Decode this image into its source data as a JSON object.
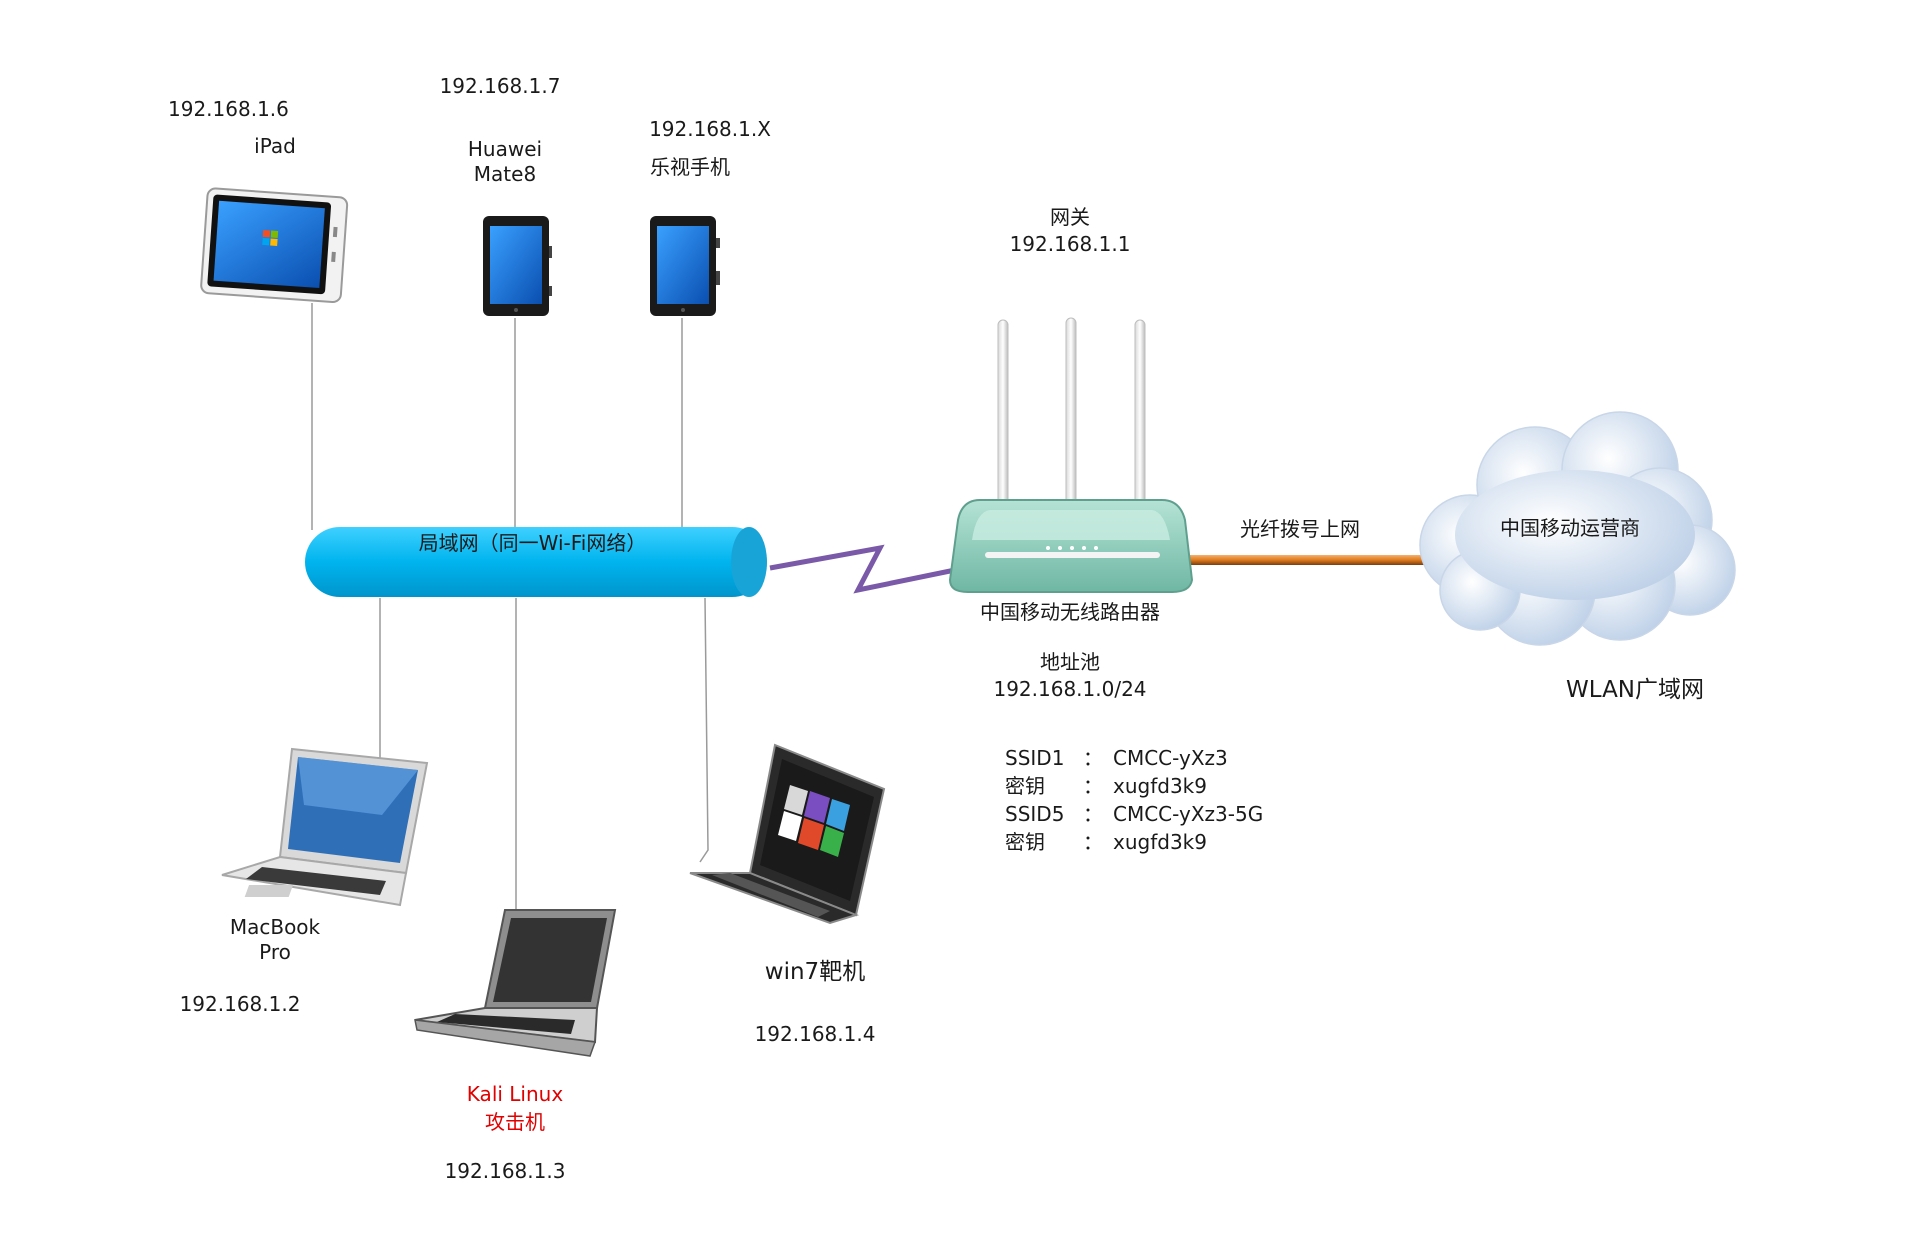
{
  "devices": {
    "ipad": {
      "ip": "192.168.1.6",
      "name": "iPad"
    },
    "huawei": {
      "ip": "192.168.1.7",
      "name_line1": "Huawei",
      "name_line2": "Mate8"
    },
    "letv": {
      "ip": "192.168.1.X",
      "name": "乐视手机"
    },
    "macbook": {
      "name_line1": "MacBook",
      "name_line2": "Pro",
      "ip": "192.168.1.2"
    },
    "kali": {
      "name_line1": "Kali Linux",
      "name_line2": "攻击机",
      "ip": "192.168.1.3"
    },
    "win7": {
      "name": "win7靶机",
      "ip": "192.168.1.4"
    }
  },
  "lan": {
    "label": "局域网（同一Wi-Fi网络）"
  },
  "gateway": {
    "title": "网关",
    "ip": "192.168.1.1"
  },
  "router": {
    "name": "中国移动无线路由器",
    "pool_title": "地址池",
    "pool_range": "192.168.1.0/24"
  },
  "wifi": {
    "rows": [
      {
        "key": "SSID1",
        "sep": "：",
        "value": "CMCC-yXz3"
      },
      {
        "key": "密钥",
        "sep": "：",
        "value": "xugfd3k9"
      },
      {
        "key": "SSID5",
        "sep": "：",
        "value": "CMCC-yXz3-5G"
      },
      {
        "key": "密钥",
        "sep": "：",
        "value": "xugfd3k9"
      }
    ]
  },
  "uplink": {
    "label": "光纤拨号上网"
  },
  "cloud": {
    "label": "中国移动运营商",
    "wan_label": "WLAN广域网"
  },
  "colors": {
    "lan_tube": "#00b4ee",
    "router_body": "#8cc9b8",
    "fiber": "#e07a1c",
    "zigzag": "#7a5aa8",
    "kali_label": "#e00000"
  },
  "icons": [
    "tablet-icon",
    "phone-icon",
    "laptop-icon",
    "router-icon",
    "cloud-icon"
  ]
}
